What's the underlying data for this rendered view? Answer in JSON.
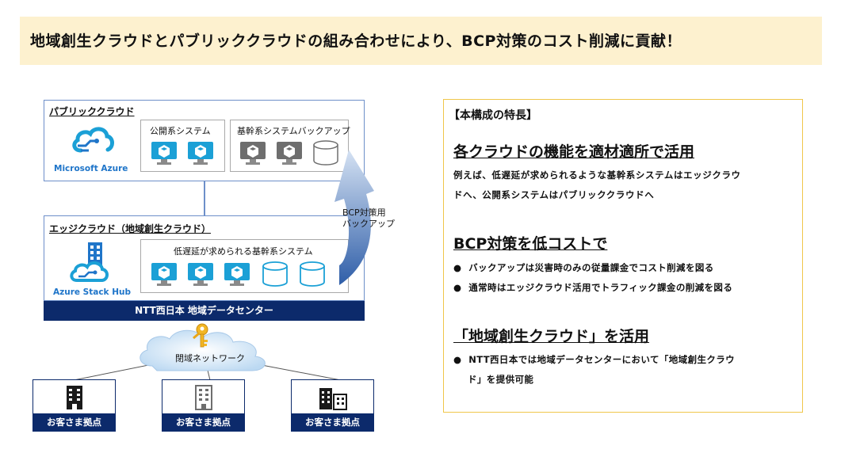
{
  "title": "地域創生クラウドとパブリッククラウドの組み合わせにより、BCP対策のコスト削減に貢献！",
  "public_cloud": {
    "label": "パブリッククラウド",
    "provider": "Microsoft Azure",
    "public_systems_label": "公開系システム",
    "backup_label": "基幹系システムバックアップ"
  },
  "edge_cloud": {
    "label": "エッジクラウド（地域創生クラウド）",
    "provider": "Azure Stack Hub",
    "core_systems_label": "低遅延が求められる基幹系システム"
  },
  "bcp_arrow_label": [
    "BCP対策用",
    "バックアップ"
  ],
  "datacenter_label": "NTT西日本  地域データセンター",
  "network_label": "閉域ネットワーク",
  "sites": [
    "お客さま拠点",
    "お客さま拠点",
    "お客さま拠点"
  ],
  "features": {
    "heading": "【本構成の特長】",
    "sections": [
      {
        "title": "各クラウドの機能を適材適所で活用",
        "body": [
          "例えば、低遅延が求められるような基幹系システムはエッジクラウ",
          "ドへ、公開系システムはパブリッククラウドへ"
        ]
      },
      {
        "title": "BCP対策を低コストで",
        "bullets": [
          "バックアップは災害時のみの従量課金でコスト削減を図る",
          "通常時はエッジクラウド活用でトラフィック課金の削減を図る"
        ]
      },
      {
        "title": "「地域創生クラウド」を活用",
        "bullets": [
          "NTT西日本では地域データセンターにおいて「地域創生クラウ",
          "ド」を提供可能"
        ]
      }
    ]
  },
  "colors": {
    "title_band": "#fdf1cf",
    "navy": "#0c2a6b",
    "azure_blue": "#1f75c9",
    "cyan": "#1ba0d6",
    "arrow_blue": "#3d6fb5",
    "panel_border": "#f0c64a"
  }
}
